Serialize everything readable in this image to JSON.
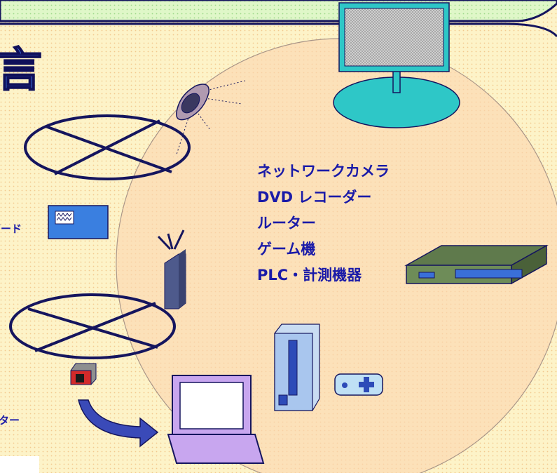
{
  "heading_char": "言",
  "devices": [
    "ネットワークカメラ",
    "DVD レコーダー",
    "ルーター",
    "ゲーム機",
    "PLC・計測機器"
  ],
  "left_labels": {
    "board": "ボード",
    "bottom": "ター"
  },
  "colors": {
    "background": "#fdf3c8",
    "circle_fill": "#fbd6b0",
    "outline": "#15155e",
    "text": "#1a1aa8",
    "monitor": "#2ec7c7",
    "panel_blue": "#3a7fe0"
  }
}
